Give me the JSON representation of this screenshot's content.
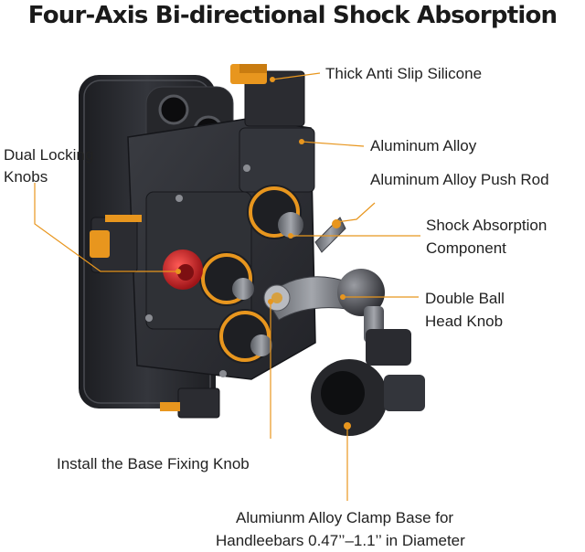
{
  "title": "Four-Axis Bi-directional Shock Absorption",
  "labels": {
    "thick_anti_slip_silicone": "Thick Anti Slip Silicone",
    "aluminum_alloy": "Aluminum Alloy",
    "aluminum_alloy_push_rod": "Aluminum Alloy Push Rod",
    "dual_locking_knobs_line1": "Dual Locking",
    "dual_locking_knobs_line2": "Knobs",
    "shock_absorption_line1": "Shock Absorption",
    "shock_absorption_line2": "Component",
    "double_ball_line1": "Double Ball",
    "double_ball_line2": "Head Knob",
    "install_base_fixing_knob": "Install the Base Fixing Knob",
    "clamp_base_line1": "Alumiunm Alloy Clamp Base for",
    "clamp_base_line2": "Handleebars 0.47’’–1.1’’ in Diameter"
  },
  "colors": {
    "accent": "#e8961e",
    "knob_red": "#d0282e",
    "body_dark": "#2c2e33",
    "text": "#222222"
  }
}
